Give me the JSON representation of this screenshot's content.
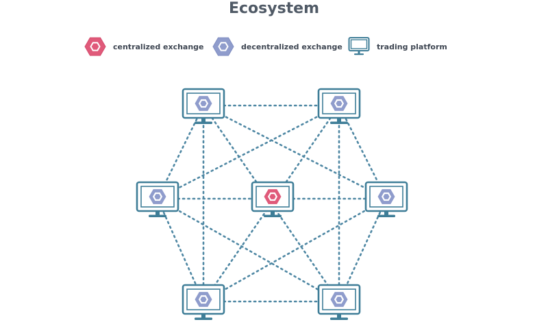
{
  "title": "Ecosystem",
  "legend": {
    "centralized": {
      "label": "centralized exchange",
      "icon": "red-hexagon-icon"
    },
    "decentralized": {
      "label": "decentralized exchange",
      "icon": "blue-hexagon-icon"
    },
    "platform": {
      "label": "trading platform",
      "icon": "monitor-icon"
    }
  },
  "colors": {
    "centralized": "#e05a7a",
    "decentralized": "#8f9ccc",
    "monitor": "#3e7d97",
    "connection": "#4e87a3"
  },
  "nodes": [
    {
      "id": "top-left",
      "type": "decentralized"
    },
    {
      "id": "top-right",
      "type": "decentralized"
    },
    {
      "id": "middle-left",
      "type": "decentralized"
    },
    {
      "id": "center",
      "type": "centralized"
    },
    {
      "id": "middle-right",
      "type": "decentralized"
    },
    {
      "id": "bottom-left",
      "type": "decentralized"
    },
    {
      "id": "bottom-right",
      "type": "decentralized"
    }
  ],
  "connections": [
    [
      "top-left",
      "top-right"
    ],
    [
      "top-left",
      "middle-left"
    ],
    [
      "top-left",
      "middle-right"
    ],
    [
      "top-left",
      "bottom-left"
    ],
    [
      "top-left",
      "bottom-right"
    ],
    [
      "top-right",
      "middle-left"
    ],
    [
      "top-right",
      "middle-right"
    ],
    [
      "top-right",
      "bottom-left"
    ],
    [
      "top-right",
      "bottom-right"
    ],
    [
      "middle-left",
      "center"
    ],
    [
      "middle-left",
      "bottom-left"
    ],
    [
      "middle-left",
      "bottom-right"
    ],
    [
      "center",
      "middle-right"
    ],
    [
      "middle-right",
      "bottom-left"
    ],
    [
      "middle-right",
      "bottom-right"
    ],
    [
      "bottom-left",
      "bottom-right"
    ]
  ]
}
